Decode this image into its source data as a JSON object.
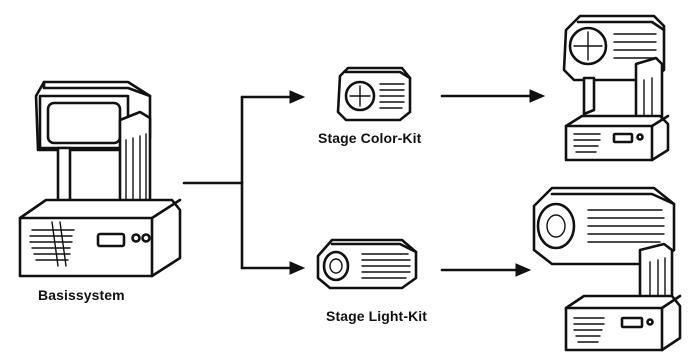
{
  "labels": {
    "base": "Basissystem",
    "color_kit": "Stage Color-Kit",
    "light_kit": "Stage Light-Kit"
  },
  "colors": {
    "ink": "#111111",
    "background": "#ffffff"
  }
}
